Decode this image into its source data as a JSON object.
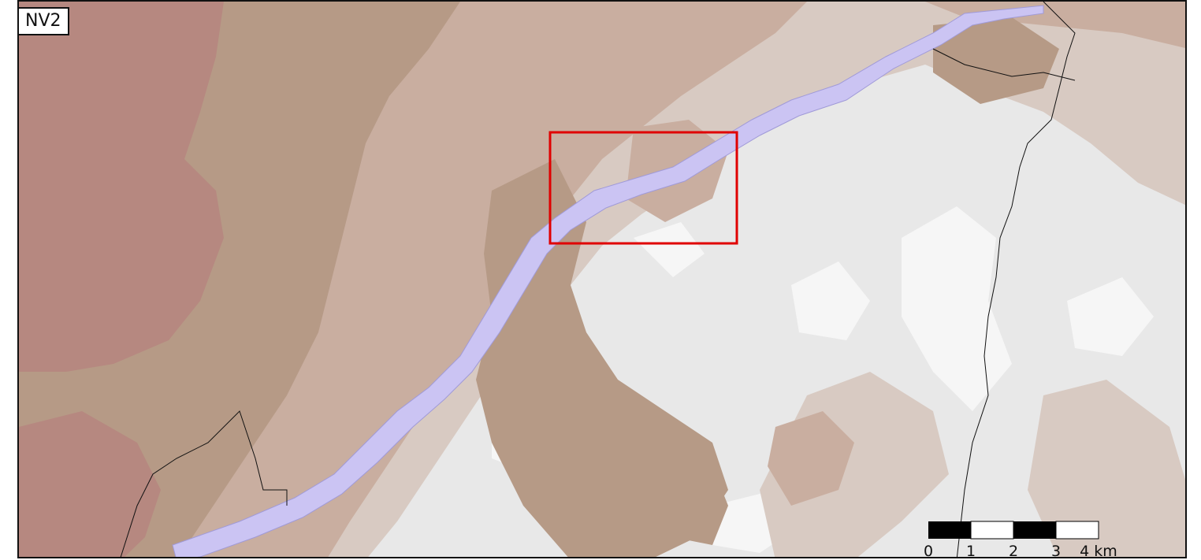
{
  "map": {
    "label": "NV2",
    "colors": {
      "elev_low": "#b68880",
      "elev_mid_low": "#b69a86",
      "elev_mid": "#c9aea0",
      "elev_mid_high": "#d8cac2",
      "elev_high": "#e8e8e8",
      "elev_peak": "#f6f6f6",
      "river": "#cbc4f3",
      "river_edge": "#a09ad8",
      "border_line": "#111111",
      "highlight": "#e00000"
    },
    "scale_bar": {
      "ticks": [
        "0",
        "1",
        "2",
        "3",
        "4 km"
      ]
    }
  }
}
